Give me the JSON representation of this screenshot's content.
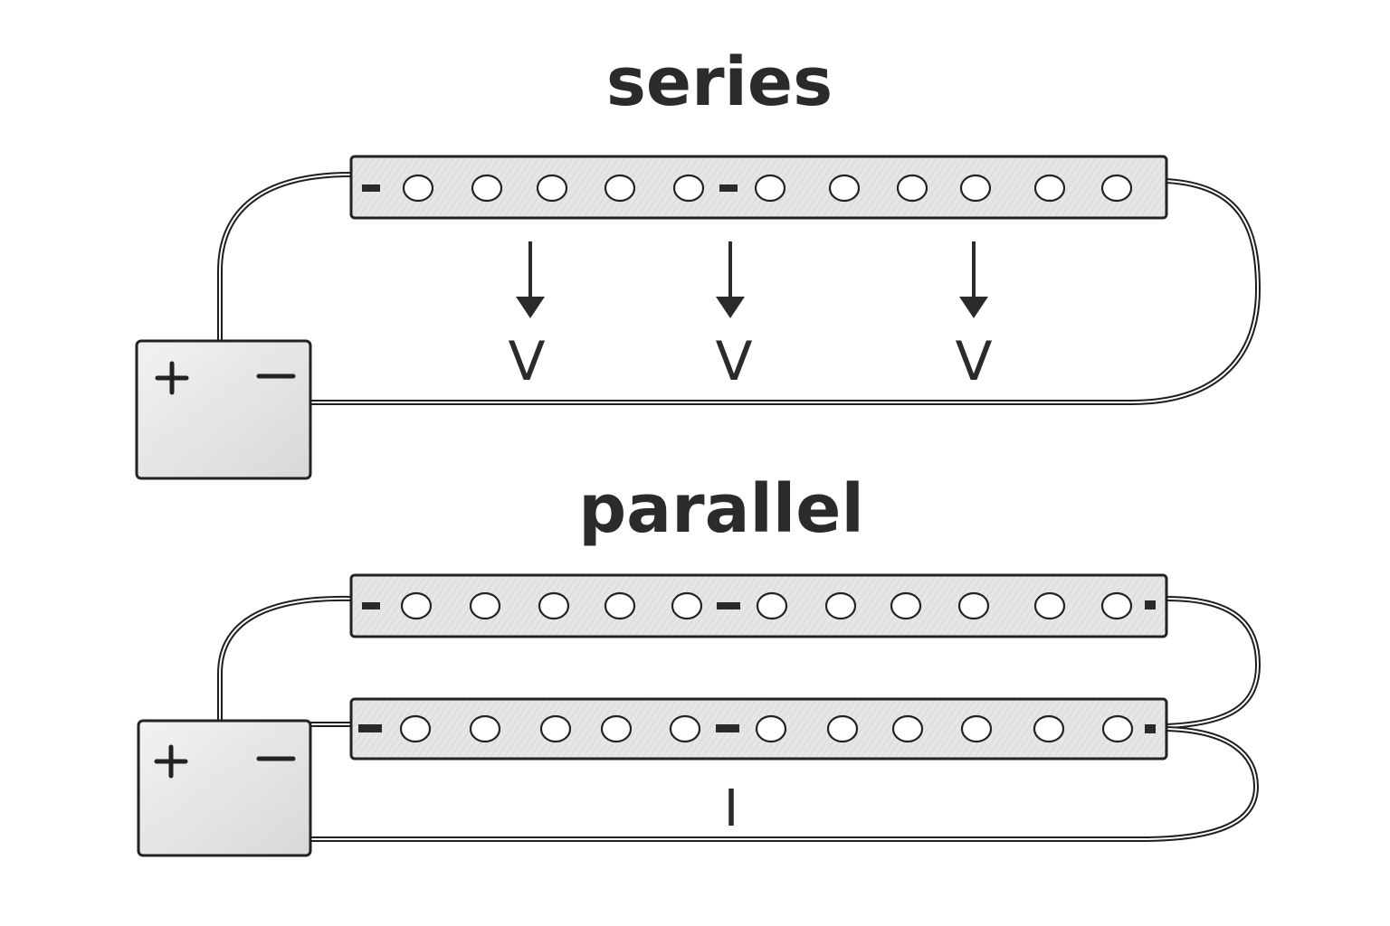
{
  "titles": {
    "series": "series",
    "parallel": "parallel"
  },
  "series": {
    "voltage_labels": [
      "V",
      "V",
      "V"
    ],
    "strip_markers": [
      "-",
      "-"
    ]
  },
  "parallel": {
    "current_label": "I",
    "strip_markers": [
      "-",
      "-",
      "-"
    ]
  },
  "battery": {
    "positive": "+",
    "negative": "−"
  },
  "colors": {
    "strip_fill": "#e4e4e4",
    "battery_fill": "#e2e2e2",
    "ink": "#222222"
  }
}
